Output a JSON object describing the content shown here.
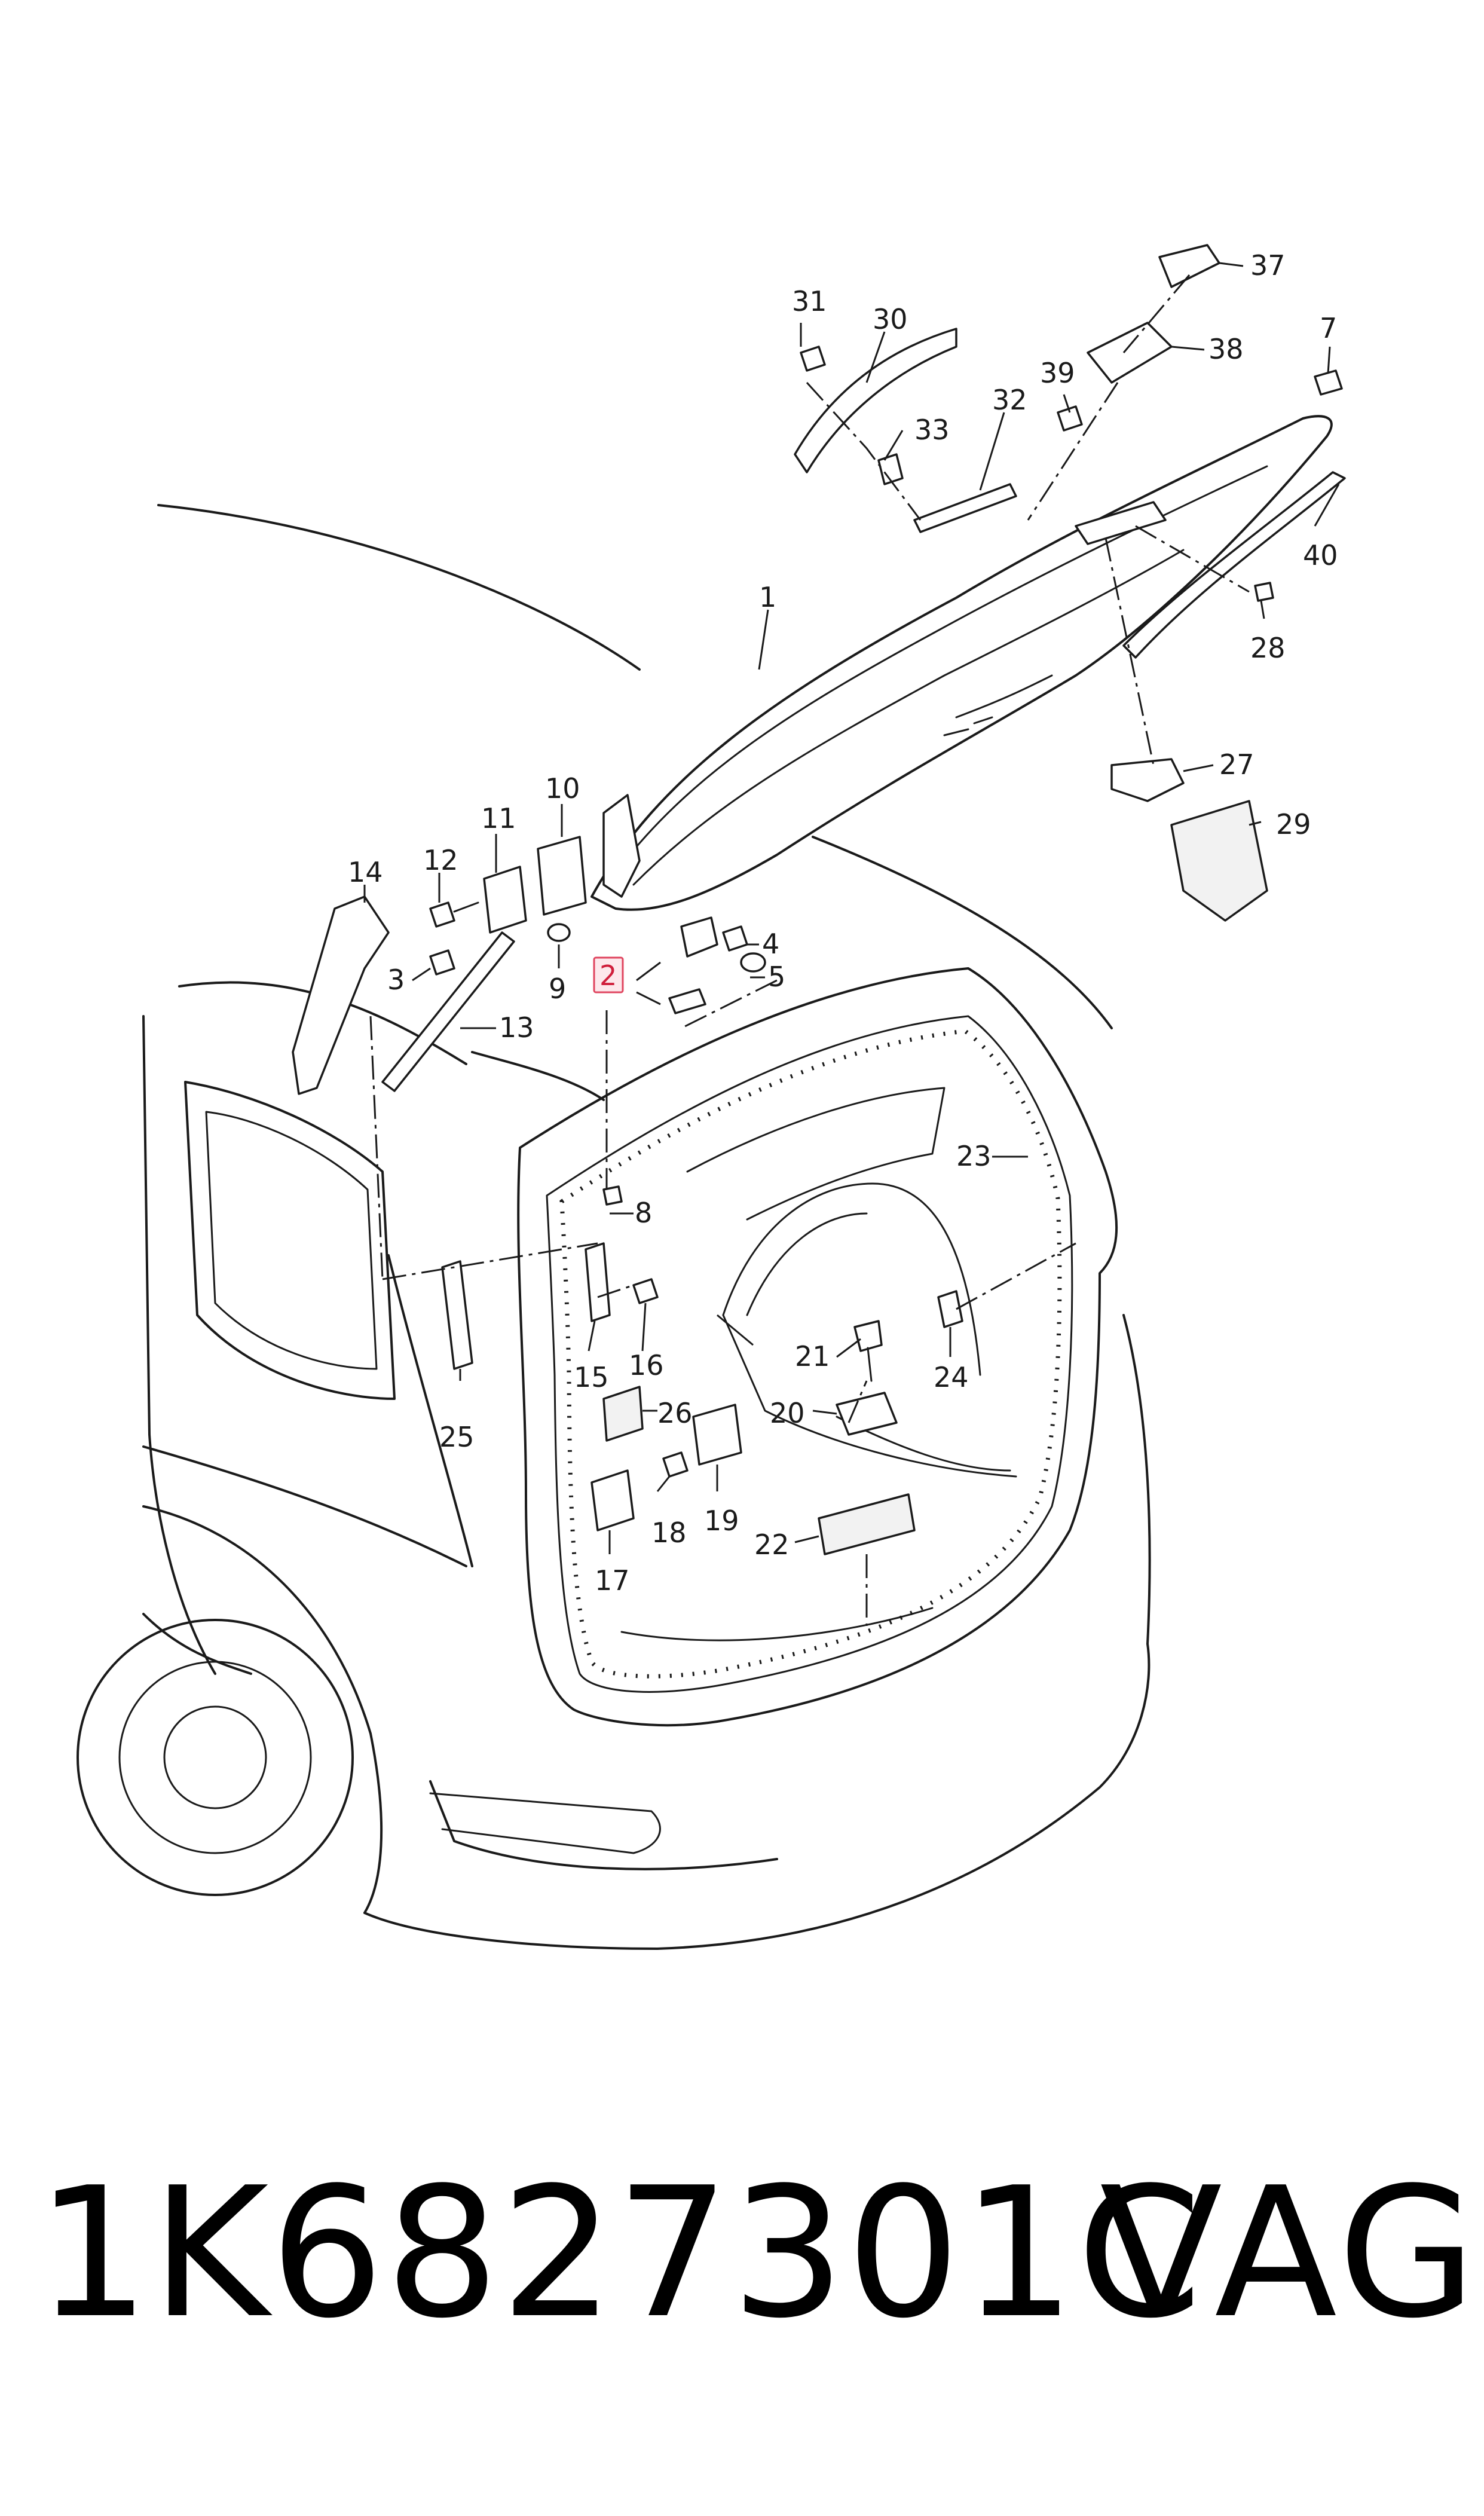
{
  "diagram": {
    "highlighted_callout": "2",
    "callouts": {
      "c1": "1",
      "c2": "2",
      "c3": "3",
      "c4": "4",
      "c5": "5",
      "c7": "7",
      "c8": "8",
      "c9": "9",
      "c10": "10",
      "c11": "11",
      "c12": "12",
      "c13": "13",
      "c14": "14",
      "c15": "15",
      "c16": "16",
      "c17": "17",
      "c18": "18",
      "c19": "19",
      "c20": "20",
      "c21": "21",
      "c22": "22",
      "c23": "23",
      "c24": "24",
      "c25": "25",
      "c26": "26",
      "c27": "27",
      "c28": "28",
      "c29": "29",
      "c30": "30",
      "c31": "31",
      "c32": "32",
      "c33": "33",
      "c37": "37",
      "c38": "38",
      "c39": "39",
      "c40": "40"
    }
  },
  "footer": {
    "part_number": "1K6827301C",
    "brand": "VAG"
  },
  "colors": {
    "line": "#1a1a1a",
    "highlight_border": "#e0455f",
    "highlight_fill": "#fde8ec",
    "highlight_text": "#d01f3c"
  }
}
